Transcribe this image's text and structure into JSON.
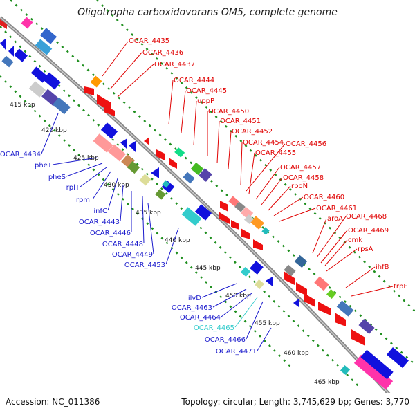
{
  "title": "Oligotropha carboxidovorans OM5, complete genome",
  "footer": {
    "accession": "Accession: NC_011386",
    "summary": "Topology: circular; Length: 3,745,629 bp; Genes: 3,770"
  },
  "colors": {
    "forward_label": "#e00000",
    "reverse_label": "#1a1acc",
    "highlight_label": "#33cccc",
    "backbone": "#888888",
    "track_dots": "#1f8f1f"
  },
  "kbp_ticks": [
    "415 kbp",
    "420 kbp",
    "425 kbp",
    "430 kbp",
    "435 kbp",
    "440 kbp",
    "445 kbp",
    "450 kbp",
    "455 kbp",
    "460 kbp",
    "465 kbp"
  ],
  "forward_genes": [
    "OCAR_4435",
    "OCAR_4436",
    "OCAR_4437",
    "OCAR_4444",
    "OCAR_4445",
    "uppP",
    "OCAR_4450",
    "OCAR_4451",
    "OCAR_4452",
    "OCAR_4454",
    "OCAR_4456",
    "OCAR_4455",
    "OCAR_4457",
    "OCAR_4458",
    "rpoN",
    "OCAR_4460",
    "OCAR_4461",
    "aroA",
    "OCAR_4468",
    "OCAR_4469",
    "cmk",
    "rpsA",
    "ihfB",
    "trpF"
  ],
  "reverse_genes": [
    "OCAR_4434",
    "pheT",
    "pheS",
    "rplT",
    "rpmI",
    "infC",
    "OCAR_4443",
    "OCAR_4446",
    "OCAR_4448",
    "OCAR_4449",
    "OCAR_4453",
    "ilvD",
    "OCAR_4463",
    "OCAR_4464",
    "OCAR_4465",
    "OCAR_4466",
    "OCAR_4471"
  ]
}
